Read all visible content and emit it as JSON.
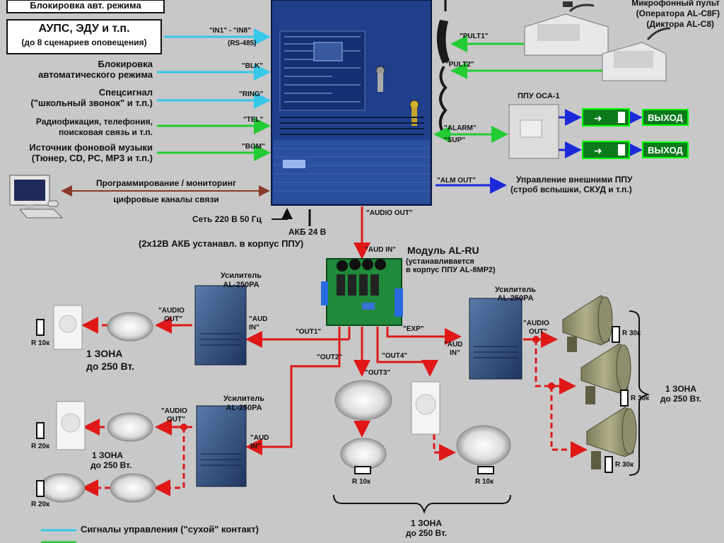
{
  "colors": {
    "control": "#35c8e8",
    "audio": "#e01818",
    "green": "#22cc33",
    "blue": "#1a2ad8",
    "brown": "#8a3a2a",
    "panel": "#1f3f8a",
    "exit_bg": "#0a7a1a"
  },
  "left_inputs": {
    "block_auto_top": "Блокировка авт. режима",
    "aups_line1": "АУПС, ЭДУ и т.п.",
    "aups_line2": "(до 8 сценариев оповещения)",
    "blk_line1": "Блокировка",
    "blk_line2": "автоматического режима",
    "ring_line1": "Спецсигнал",
    "ring_line2": "(\"школьный звонок\" и т.п.)",
    "tel_line1": "Радиофикация, телефония,",
    "tel_line2": "поисковая связь и т.п.",
    "bgm_line1": "Источник фоновой музыки",
    "bgm_line2": "(Тюнер, CD, PC, MP3 и т.п.)",
    "prog_line1": "Программирование / мониторинг",
    "prog_line2": "цифровые каналы связи"
  },
  "signals": {
    "in": "\"IN1\" - \"IN8\"",
    "rs485": "(RS-485)",
    "blk": "\"BLK\"",
    "ring": "\"RING\"",
    "tel": "\"TEL\"",
    "bgm": "\"BGM\"",
    "pult1": "\"PULT1\"",
    "pult2": "\"PULT2\"",
    "alarm": "\"ALARM\"",
    "sup": "\"SUP\"",
    "alm_out": "\"ALM OUT\"",
    "audio_out": "\"AUDIO OUT\"",
    "aud_in": "\"AUD IN\"",
    "out1": "\"OUT1\"",
    "out2": "\"OUT2\"",
    "out3": "\"OUT3\"",
    "out4": "\"OUT4\"",
    "exp": "\"EXP\""
  },
  "right_top": {
    "mic_line1": "Микрофонный пульт",
    "mic_line2": "(Оператора AL-C8F)",
    "mic_line3": "(Диктора AL-C8)",
    "ppu": "ППУ ОСА-1",
    "exit1": "ВЫХОД",
    "exit2": "ВЫХОД",
    "ext_line1": "Управление внешними ППУ",
    "ext_line2": "(строб вспышки, СКУД и т.п.)"
  },
  "power": {
    "mains": "Сеть 220 В 50 Гц",
    "akb": "АКБ 24 В",
    "akb_note": "(2х12В АКБ устанавл. в корпус ППУ)"
  },
  "module": {
    "title": "Модуль AL-RU",
    "note_line1": "(устанавливается",
    "note_line2": "в корпус ППУ AL-8MP2)"
  },
  "amplifiers": [
    {
      "line1": "Усилитель",
      "line2": "AL-250PA",
      "audio_out": "\"AUDIO",
      "audio_out2": "OUT\"",
      "aud_in": "\"AUD",
      "aud_in2": "IN\""
    },
    {
      "line1": "Усилитель",
      "line2": "AL-250PA",
      "audio_out": "\"AUDIO",
      "audio_out2": "OUT\"",
      "aud_in": "\"AUD",
      "aud_in2": "IN\""
    },
    {
      "line1": "Усилитель",
      "line2": "AL-250PA",
      "audio_out": "\"AUDIO",
      "audio_out2": "OUT\"",
      "aud_in": "\"AUD",
      "aud_in2": "IN\""
    }
  ],
  "zones": {
    "z1_line1": "1 ЗОНА",
    "z1_line2": "до 250 Вт.",
    "z2_line1": "1 ЗОНА",
    "z2_line2": "до 250 Вт.",
    "z3_line1": "1 ЗОНА",
    "z3_line2": "до 250 Вт.",
    "z4_line1": "1 ЗОНА",
    "z4_line2": "до 250 Вт."
  },
  "resistors": {
    "r1": "R 10к",
    "r2": "R 20к",
    "r3": "R 20к",
    "r4": "R 10к",
    "r5": "R 10к",
    "r6": "R 30к",
    "r7": "R 30к",
    "r8": "R 30к"
  },
  "legend": {
    "control": "Сигналы управления (\"сухой\" контакт)"
  }
}
